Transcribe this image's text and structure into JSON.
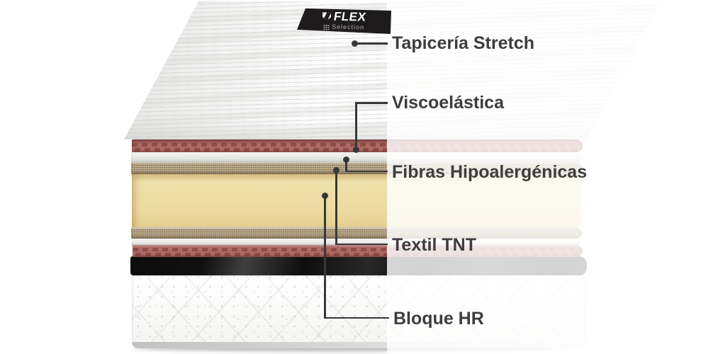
{
  "logo": {
    "brand": "FLEX",
    "subbrand": "Selection"
  },
  "callouts": [
    {
      "id": "tapiceria-stretch",
      "label": "Tapicería Stretch"
    },
    {
      "id": "viscoelastica",
      "label": "Viscoelástica"
    },
    {
      "id": "fibras-hipoalergenicas",
      "label": "Fibras Hipoalergénicas"
    },
    {
      "id": "textil-tnt",
      "label": "Textil TNT"
    },
    {
      "id": "bloque-hr",
      "label": "Bloque HR"
    }
  ],
  "layers": [
    {
      "name": "stretch-fabric-top",
      "color": "#fdfdfd"
    },
    {
      "name": "viscoelastic-top",
      "color": "#ad6a66"
    },
    {
      "name": "hypoallergenic-fibers-top",
      "color": "#e9e9e6"
    },
    {
      "name": "tnt-textile-top",
      "color": "#b09e7f"
    },
    {
      "name": "hr-foam-block",
      "color": "#ecdaa0"
    },
    {
      "name": "tnt-textile-bottom",
      "color": "#b09e7f"
    },
    {
      "name": "hypoallergenic-fibers-bottom",
      "color": "#e9e9e6"
    },
    {
      "name": "viscoelastic-bottom",
      "color": "#ad6a66"
    },
    {
      "name": "dark-base",
      "color": "#161616"
    },
    {
      "name": "quilted-base",
      "color": "#fafaf9"
    }
  ],
  "colors": {
    "connector": "#383838",
    "label_text": "#3d3d3d",
    "brand_label_bg": "#1d1b1b",
    "fade_overlay": "rgba(255,255,255,0.82)"
  }
}
